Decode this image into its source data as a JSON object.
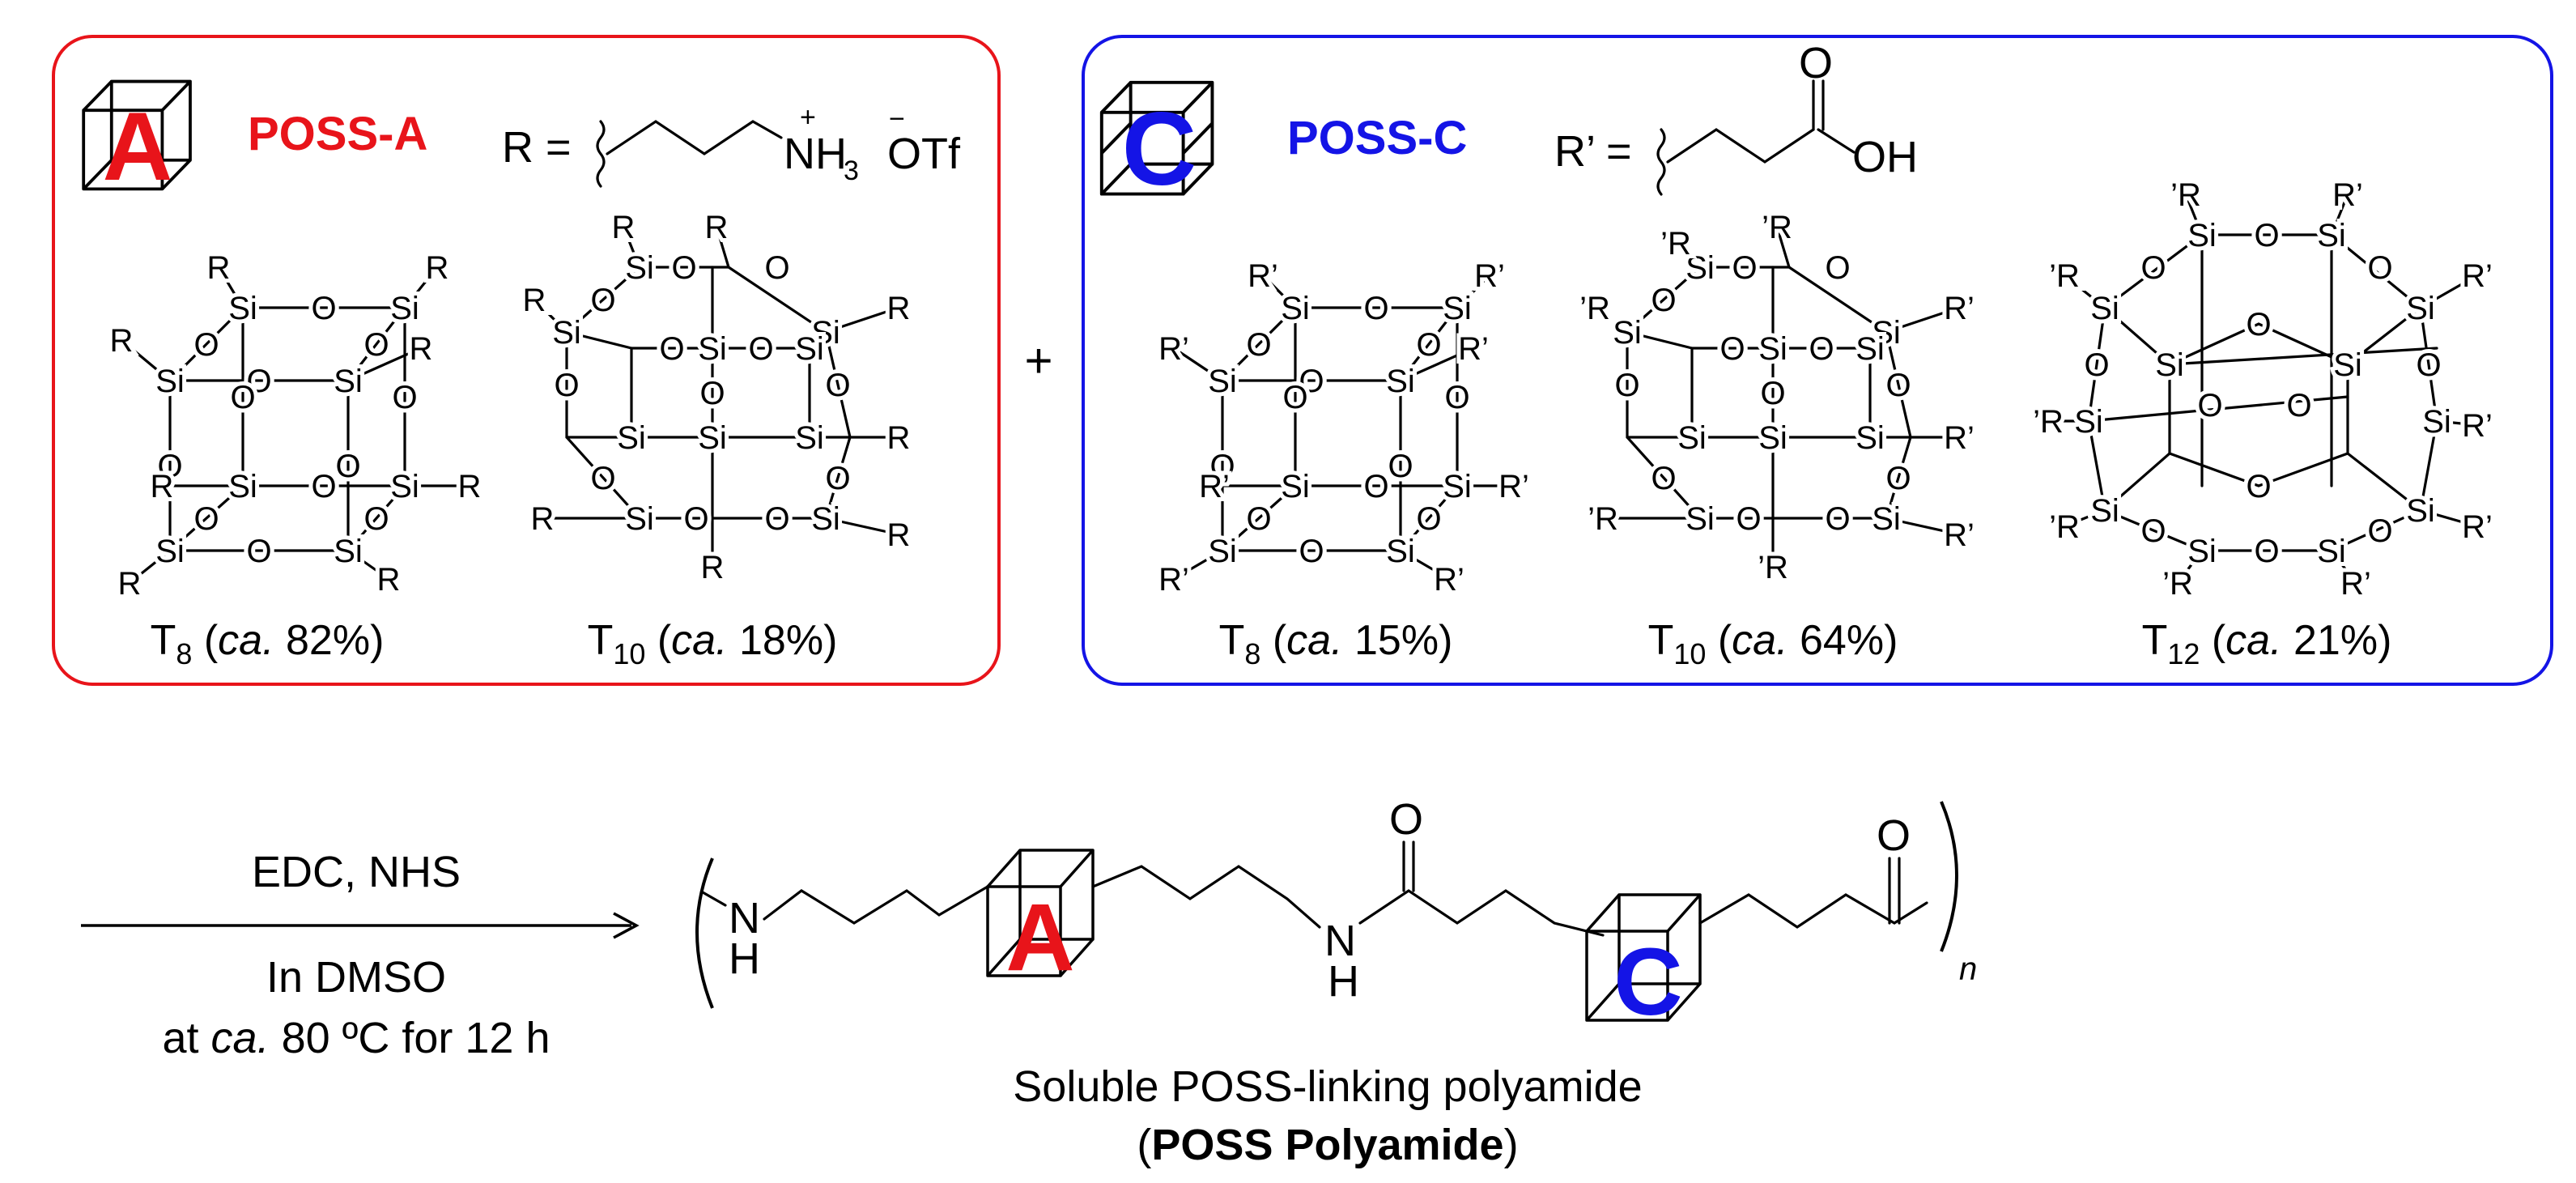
{
  "colors": {
    "poss_a": "#e8141a",
    "poss_c": "#1414e6",
    "text": "#000000"
  },
  "poss_a": {
    "badge": "A",
    "name": "POSS-A",
    "r_label": "R =",
    "ammonium": "NH",
    "ammonium_sub": "3",
    "charge_plus": "+",
    "counter_ion": "OTf",
    "charge_minus": "−",
    "structures": [
      {
        "id": "T8",
        "T": "T",
        "sub": "8",
        "ca": "ca.",
        "pct": " 82%)"
      },
      {
        "id": "T10",
        "T": "T",
        "sub": "10",
        "ca": "ca.",
        "pct": " 18%)"
      }
    ]
  },
  "plus_sign": "+",
  "poss_c": {
    "badge": "C",
    "name": "POSS-C",
    "r_label": "R’ =",
    "carbonyl_o": "O",
    "hydroxyl": "OH",
    "structures": [
      {
        "id": "T8",
        "T": "T",
        "sub": "8",
        "ca": "ca.",
        "pct": " 15%)"
      },
      {
        "id": "T10",
        "T": "T",
        "sub": "10",
        "ca": "ca.",
        "pct": " 64%)"
      },
      {
        "id": "T12",
        "T": "T",
        "sub": "12",
        "ca": "ca.",
        "pct": " 21%)"
      }
    ]
  },
  "atoms": {
    "si": "Si",
    "o": "O",
    "r": "R",
    "r_prime": "R’",
    "r_prime_left": "’R"
  },
  "reaction": {
    "reagents": "EDC, NHS",
    "solvent": "In DMSO",
    "cond_prefix": "at ",
    "cond_ca": "ca.",
    "cond_suffix": " 80 ºC for 12 h"
  },
  "polymer": {
    "nh": "N",
    "h": "H",
    "badge_a": "A",
    "badge_c": "C",
    "o": "O",
    "repeat": "n",
    "caption": "Soluble POSS-linking polyamide",
    "name_open": "(",
    "name": "POSS Polyamide",
    "name_close": ")"
  }
}
